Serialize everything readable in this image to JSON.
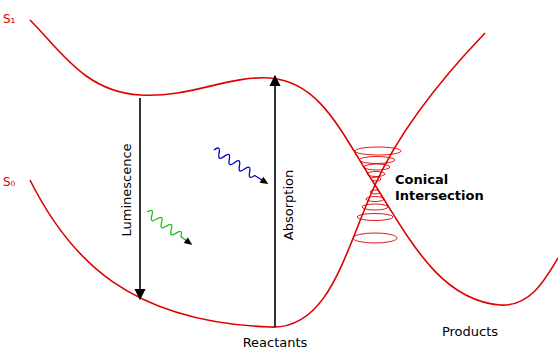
{
  "diagram": {
    "labels": [
      "S₁",
      "S₀",
      "Luminescence",
      "Absorption",
      "Conical Intersection",
      "Reactants",
      "Products"
    ]
  }
}
